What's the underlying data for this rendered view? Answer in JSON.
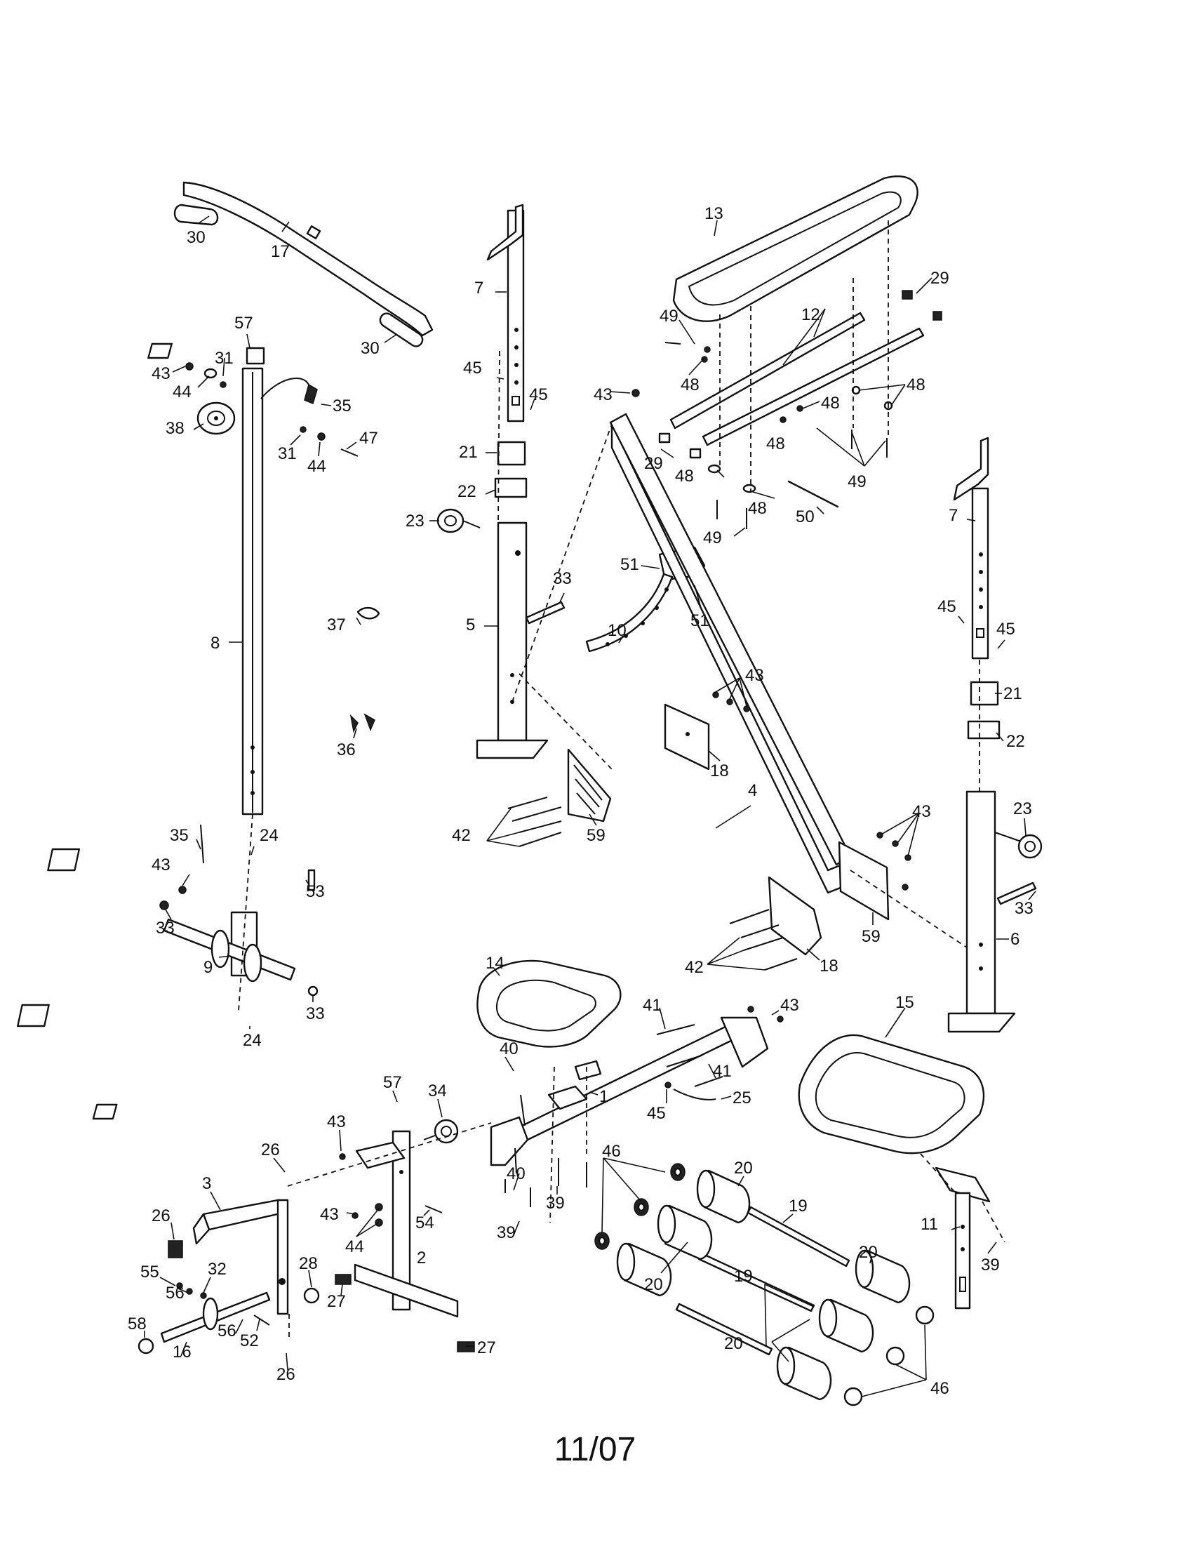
{
  "footer": {
    "date": "11/07"
  },
  "part_numbers": [
    "1",
    "2",
    "3",
    "4",
    "5",
    "6",
    "7",
    "8",
    "9",
    "10",
    "11",
    "12",
    "13",
    "14",
    "15",
    "16",
    "17",
    "18",
    "19",
    "20",
    "21",
    "22",
    "23",
    "24",
    "25",
    "26",
    "27",
    "28",
    "29",
    "30",
    "31",
    "32",
    "33",
    "34",
    "35",
    "36",
    "37",
    "38",
    "39",
    "40",
    "41",
    "42",
    "43",
    "44",
    "45",
    "46",
    "47",
    "48",
    "49",
    "50",
    "51",
    "52",
    "53",
    "54",
    "55",
    "56",
    "57",
    "58",
    "59"
  ]
}
